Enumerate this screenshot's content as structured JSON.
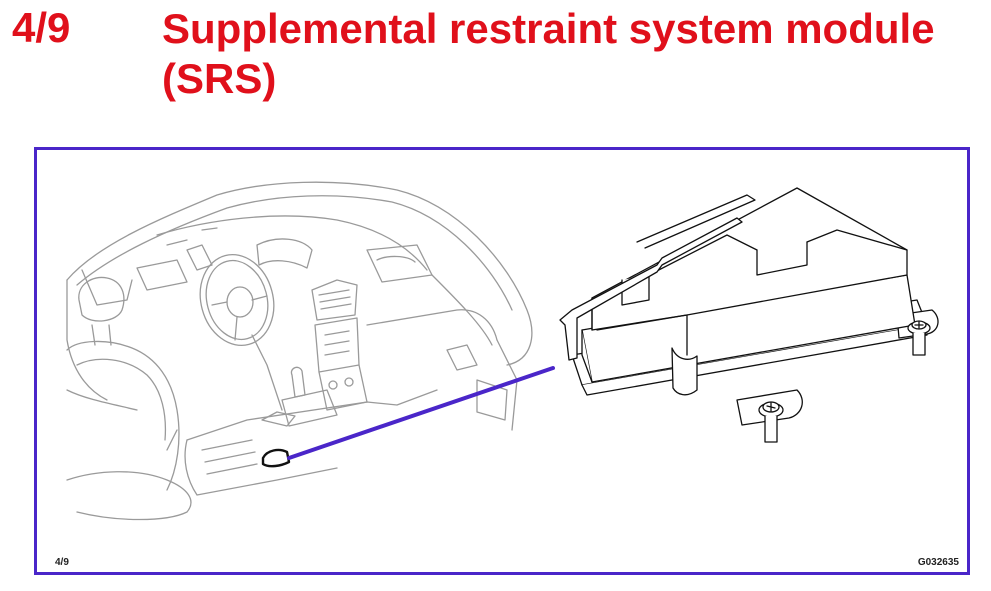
{
  "header": {
    "page_number": "4/9",
    "title": "Supplemental restraint system module (SRS)"
  },
  "figure": {
    "label_left": "4/9",
    "label_right": "G032635",
    "colors": {
      "frame": "#4a26c9",
      "pointer": "#4a26c9",
      "title": "#e0101b",
      "line_art": "#9a9a9a",
      "module_art": "#111111"
    }
  }
}
